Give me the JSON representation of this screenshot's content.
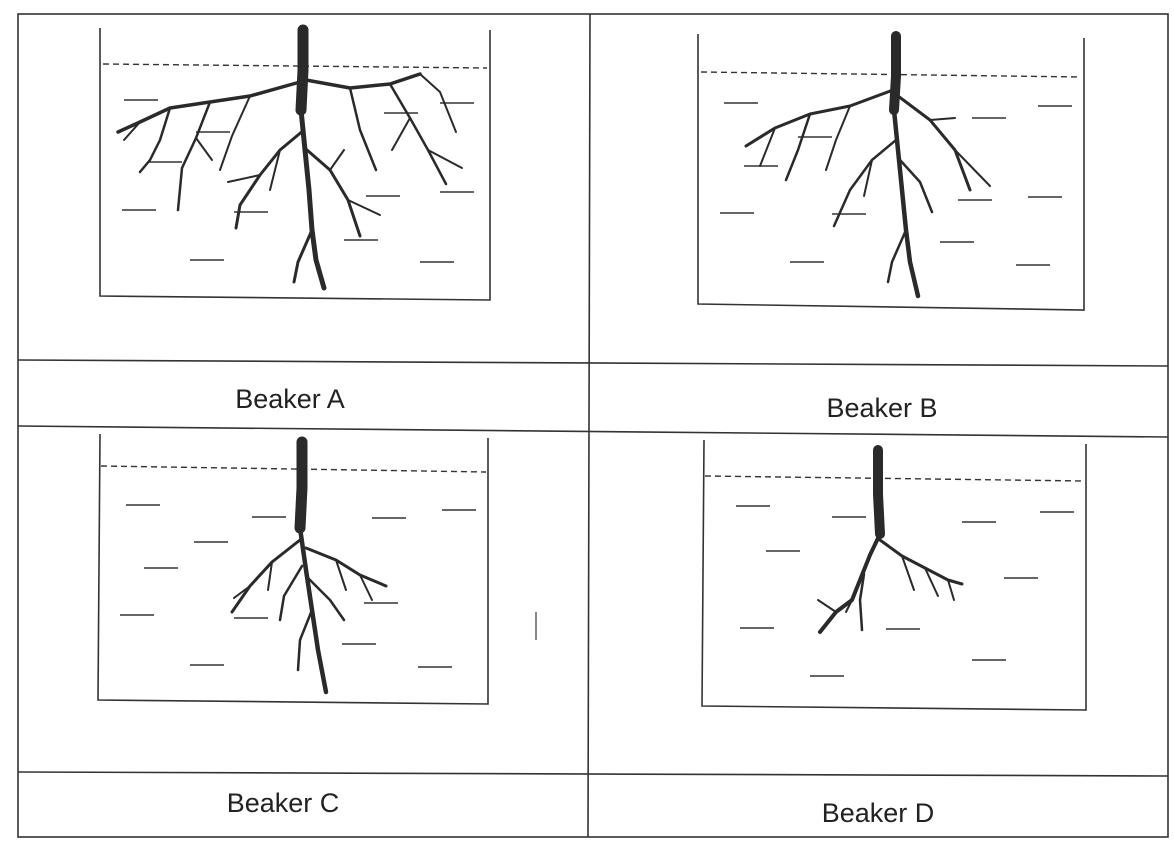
{
  "beakers": [
    {
      "label": "Beaker A",
      "branching": 1.0
    },
    {
      "label": "Beaker B",
      "branching": 0.85
    },
    {
      "label": "Beaker C",
      "branching": 0.6
    },
    {
      "label": "Beaker D",
      "branching": 0.4
    }
  ],
  "colors": {
    "ink": "#222222",
    "frame": "#333333",
    "root": "#2a2a2a"
  }
}
